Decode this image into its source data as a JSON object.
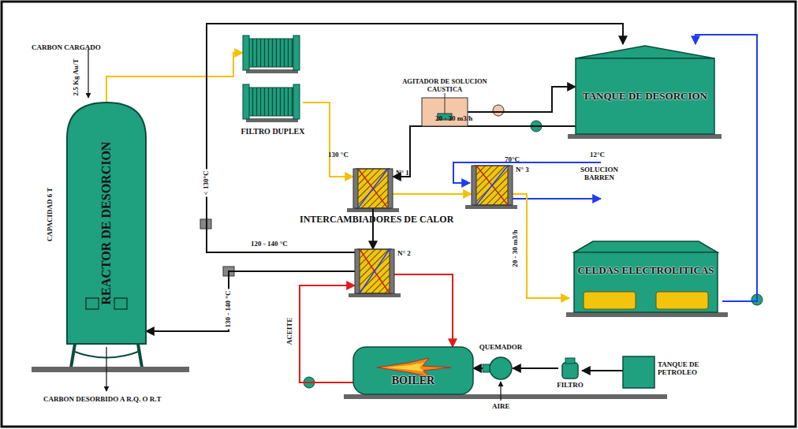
{
  "diagram": {
    "nodes": [
      {
        "text": [
          "REACTOR DE DESORCION"
        ]
      },
      {
        "text": [
          "FILTRO DUPLEX"
        ]
      },
      {
        "text": [
          "AGITADOR DE SOLUCION CAUSTICA"
        ]
      },
      {
        "text": [
          "TANQUE DE DESORCION"
        ]
      },
      {
        "text": [
          "N° 1"
        ]
      },
      {
        "text": [
          "N° 3"
        ]
      },
      {
        "text": [
          "N° 2"
        ]
      },
      {
        "text": [
          "CELDAS ELECTROLITICAS"
        ]
      },
      {
        "text": [
          "BOILER"
        ]
      },
      {
        "text": [
          "QUEMADOR"
        ]
      },
      {
        "text": [
          "FILTRO"
        ]
      },
      {
        "text": [
          "TANQUE DE PETROLEO"
        ]
      }
    ],
    "edges": [
      {
        "from": 0,
        "to": 1,
        "arrow": "to"
      },
      {
        "from": 1,
        "to": 4,
        "arrow": "to"
      },
      {
        "from": 3,
        "to": 4,
        "label": "20 - 30 m3/h",
        "arrow": "to"
      },
      {
        "from": 4,
        "to": 5,
        "arrow": "to"
      },
      {
        "from": 5,
        "to": 7,
        "label": "20 - 30 m3/h",
        "arrow": "to"
      },
      {
        "from": 7,
        "to": 3,
        "arrow": "to"
      },
      {
        "from": 2,
        "to": 3,
        "arrow": "to"
      },
      {
        "from": 4,
        "to": 6,
        "arrow": "to"
      },
      {
        "from": 6,
        "to": 3,
        "label": "< 130°C",
        "arrow": "to"
      },
      {
        "from": 6,
        "to": 0,
        "label": "130 - 140 °C",
        "arrow": "to"
      },
      {
        "from": 6,
        "to": 8,
        "arrow": "to"
      },
      {
        "from": 8,
        "to": 6,
        "label": "ACEITE",
        "arrow": "to"
      },
      {
        "from": 9,
        "to": 8,
        "arrow": "to"
      },
      {
        "from": 10,
        "to": 9,
        "arrow": "to"
      },
      {
        "from": 11,
        "to": 10,
        "arrow": "to"
      }
    ],
    "labels": [
      "CARBON CARGADO",
      "2.5 Kg Au/T",
      "CAPACIDAD 6 T",
      "CARBON DESORBIDO A R.Q. O R.T",
      "130 °C",
      "INTERCAMBIADORES DE CALOR",
      "120 - 140 °C",
      "70°C",
      "12°C",
      "SOLUCION BARREN",
      "AIRE"
    ]
  }
}
